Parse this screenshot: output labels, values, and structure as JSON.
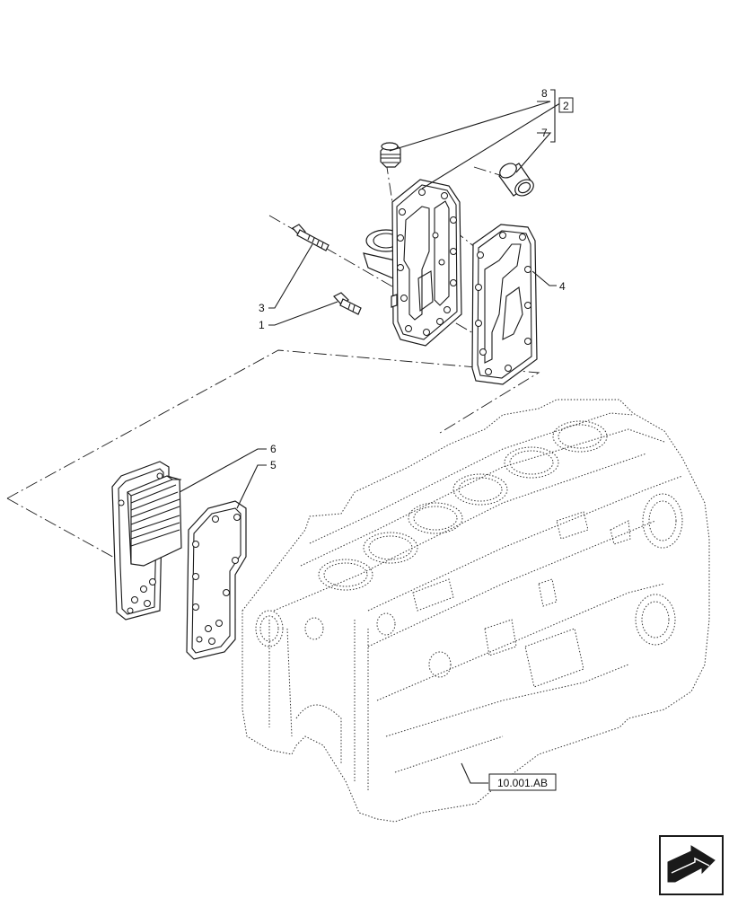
{
  "callouts": {
    "c1": "1",
    "c2": "2",
    "c3": "3",
    "c4": "4",
    "c5": "5",
    "c6": "6",
    "c7": "7",
    "c8": "8"
  },
  "reference_label": "10.001.AB",
  "nav_icon": "next-page-arrow-icon"
}
